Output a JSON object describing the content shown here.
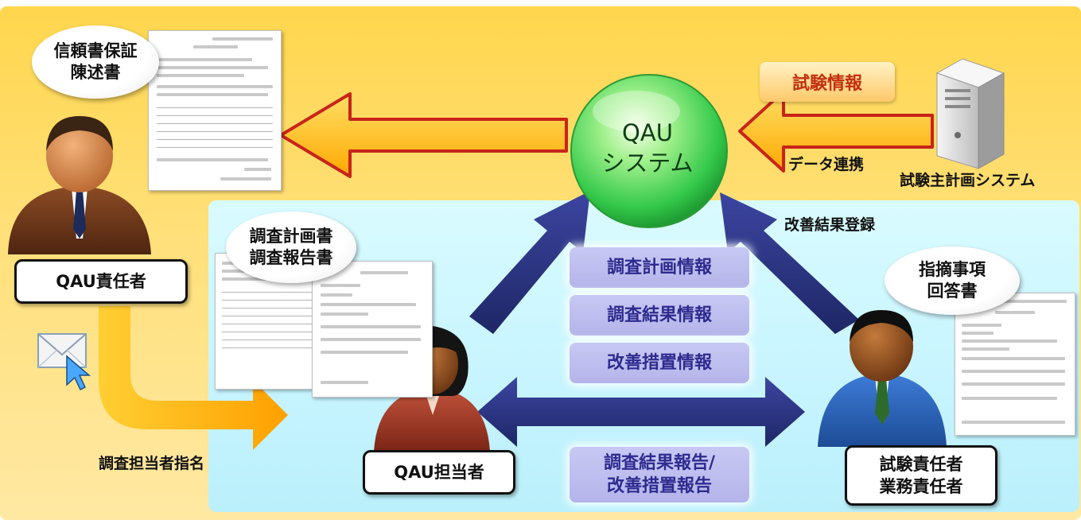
{
  "qau_system": {
    "line1": "QAU",
    "line2": "システム"
  },
  "sponsor_system": {
    "label": "試験主計画システム"
  },
  "shiken_info": {
    "label": "試験情報"
  },
  "data_link": {
    "label": "データ連携"
  },
  "kaizen_kekka": {
    "label": "改善結果登録"
  },
  "trust_bubble": {
    "line1": "信頼書保証",
    "line2": "陳述書"
  },
  "survey_bubble": {
    "line1": "調査計画書",
    "line2": "調査報告書"
  },
  "finding_bubble": {
    "line1": "指摘事項",
    "line2": "回答書"
  },
  "qau_manager": {
    "label": "QAU責任者"
  },
  "qau_staff": {
    "label": "QAU担当者"
  },
  "study_director": {
    "line1": "試験責任者",
    "line2": "業務責任者"
  },
  "assign_label": {
    "label": "調査担当者指名"
  },
  "info_boxes": [
    {
      "label": "調査計画情報"
    },
    {
      "label": "調査結果情報"
    },
    {
      "label": "改善措置情報"
    }
  ],
  "report_box": {
    "line1": "調査結果報告/",
    "line2": "改善措置報告"
  },
  "colors": {
    "accent_orange": "#ffb400",
    "arrow_outline": "#c8241b",
    "navy_arrow": "#27307a",
    "qau_green": "#34c94a",
    "info_box_text": "#2e2b8f"
  }
}
